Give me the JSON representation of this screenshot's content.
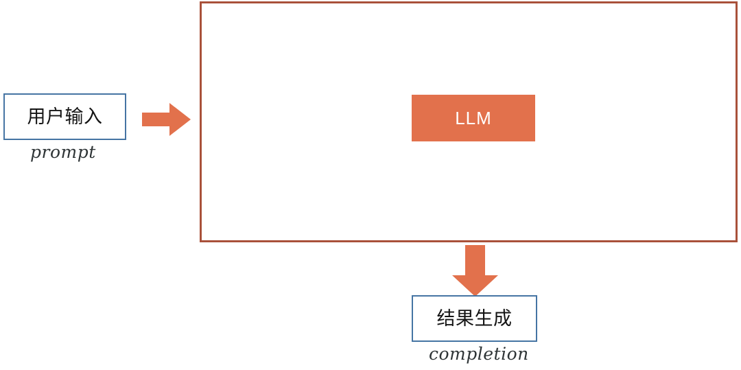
{
  "diagram": {
    "title": "LLM prompt and completion flow",
    "colors": {
      "accent_orange": "#e2714c",
      "boundary_red": "#a9513a",
      "box_blue": "#4574a3",
      "text_dark": "#141414",
      "caption_gray": "#2e3436",
      "background": "#ffffff"
    },
    "nodes": [
      {
        "id": "user-input",
        "label": "用户输入",
        "caption": "prompt",
        "style": "blue-outline"
      },
      {
        "id": "llm",
        "label": "LLM",
        "style": "orange-filled"
      },
      {
        "id": "result",
        "label": "结果生成",
        "caption": "completion",
        "style": "blue-outline"
      }
    ],
    "boundary": {
      "id": "system-boundary",
      "label": "",
      "style": "red-outline"
    },
    "arrows": [
      {
        "id": "arrow-input-to-llm",
        "direction": "right",
        "icon": "arrow-right-icon"
      },
      {
        "id": "arrow-llm-to-result",
        "direction": "down",
        "icon": "arrow-down-icon"
      }
    ]
  },
  "labels": {
    "user_input": "用户输入",
    "prompt": "prompt",
    "llm": "LLM",
    "result": "结果生成",
    "completion": "completion"
  }
}
